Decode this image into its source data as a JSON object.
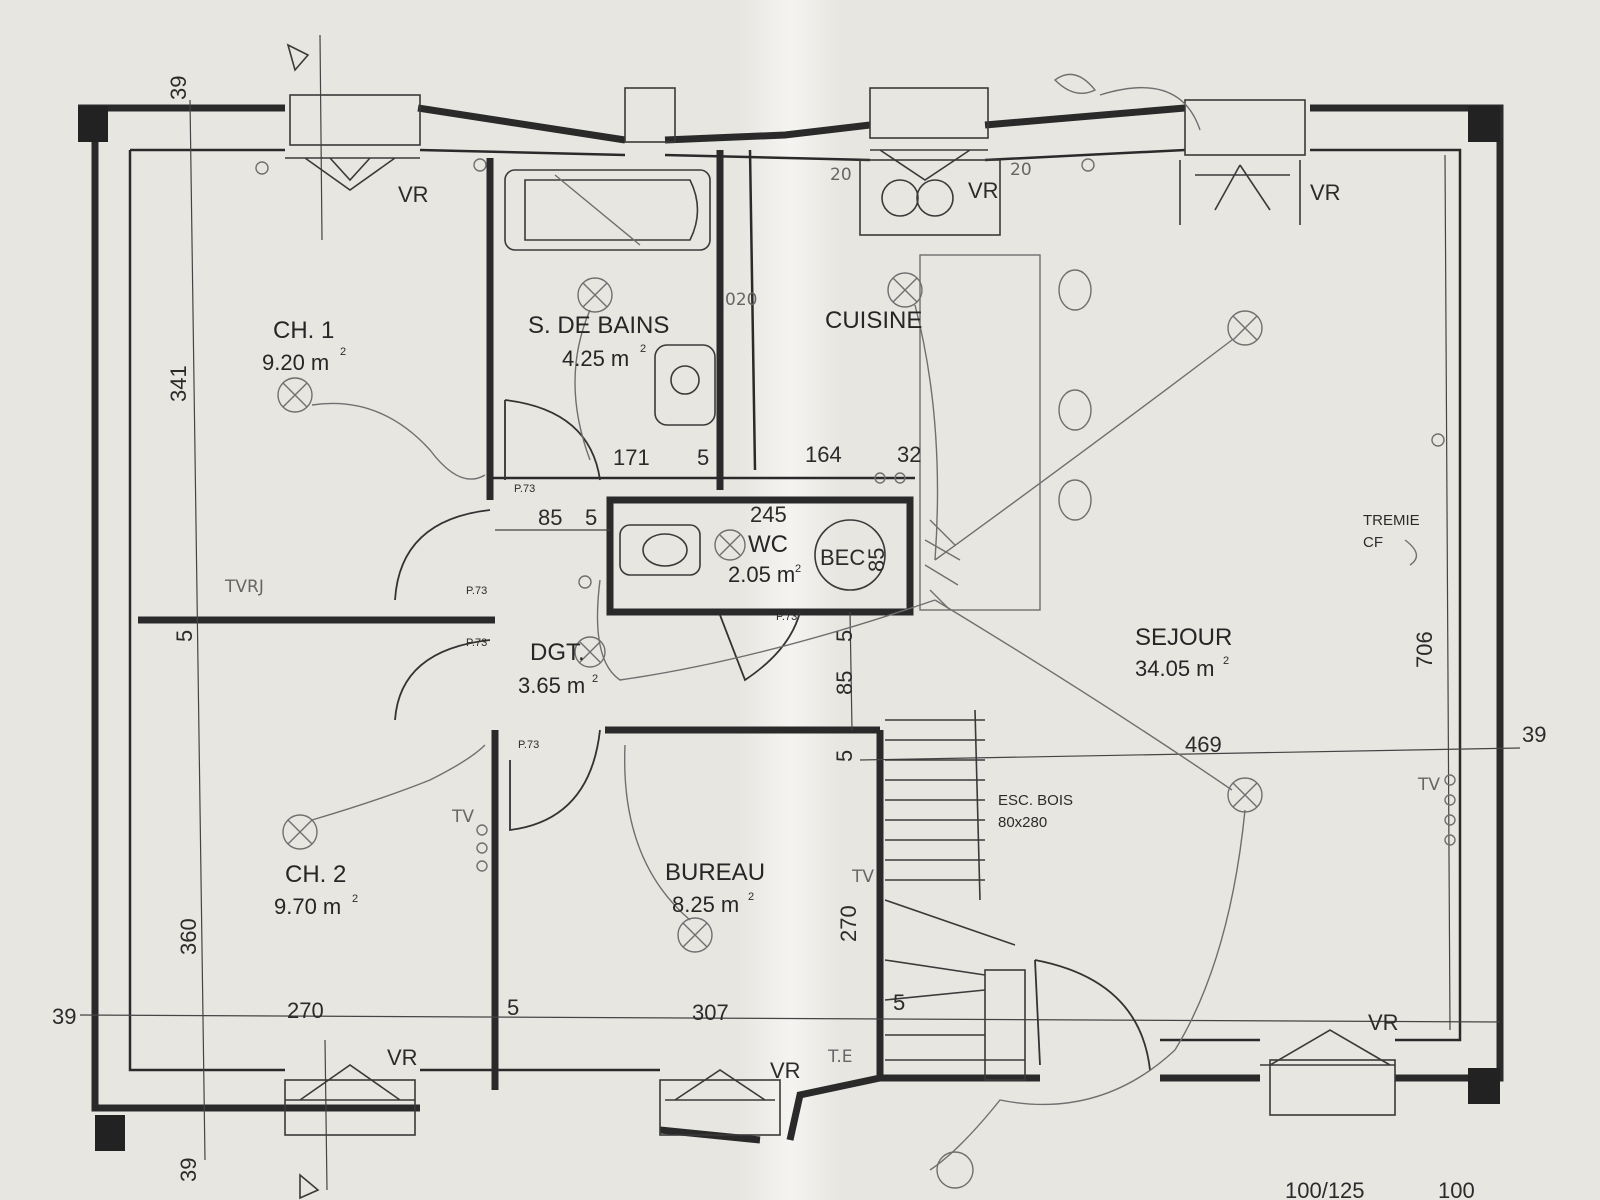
{
  "rooms": [
    {
      "name": "CH. 1",
      "area": "9.20 m",
      "sup": "2"
    },
    {
      "name": "S. DE BAINS",
      "area": "4.25 m",
      "sup": "2"
    },
    {
      "name": "CUISINE",
      "area": "",
      "sup": ""
    },
    {
      "name": "WC",
      "area": "2.05 m",
      "sup": "2"
    },
    {
      "name": "DGT.",
      "area": "3.65 m",
      "sup": "2"
    },
    {
      "name": "SEJOUR",
      "area": "34.05 m",
      "sup": "2"
    },
    {
      "name": "CH. 2",
      "area": "9.70 m",
      "sup": "2"
    },
    {
      "name": "BUREAU",
      "area": "8.25 m",
      "sup": "2"
    }
  ],
  "dimensions": {
    "d39_top": "39",
    "d39_left": "39",
    "d39_right": "39",
    "d39_bottom": "39",
    "d341": "341",
    "d360": "360",
    "d5_left": "5",
    "d171": "171",
    "d5_sdb": "5",
    "d164": "164",
    "d32": "32",
    "d85_dgt": "85",
    "d5_dgt": "5",
    "d245": "245",
    "d85_bec": "85",
    "d5_mid": "5",
    "d85_mid": "85",
    "d5_stair": "5",
    "d469": "469",
    "d706": "706",
    "d270_bottom": "270",
    "d5_bottom": "5",
    "d307": "307",
    "d270_stair": "270",
    "d5_stair_bottom": "5",
    "d100": "100",
    "d100_125": "100/125"
  },
  "labels": {
    "vr": "VR",
    "bec": "BEC",
    "door_p73": "P.73",
    "tremie": "TREMIE",
    "cf": "CF",
    "stair_title": "ESC. BOIS",
    "stair_size": "80x280",
    "tvrj": "TVRJ",
    "tv": "TV",
    "te": "T.E",
    "hand_20": "20",
    "hand_020": "020"
  }
}
